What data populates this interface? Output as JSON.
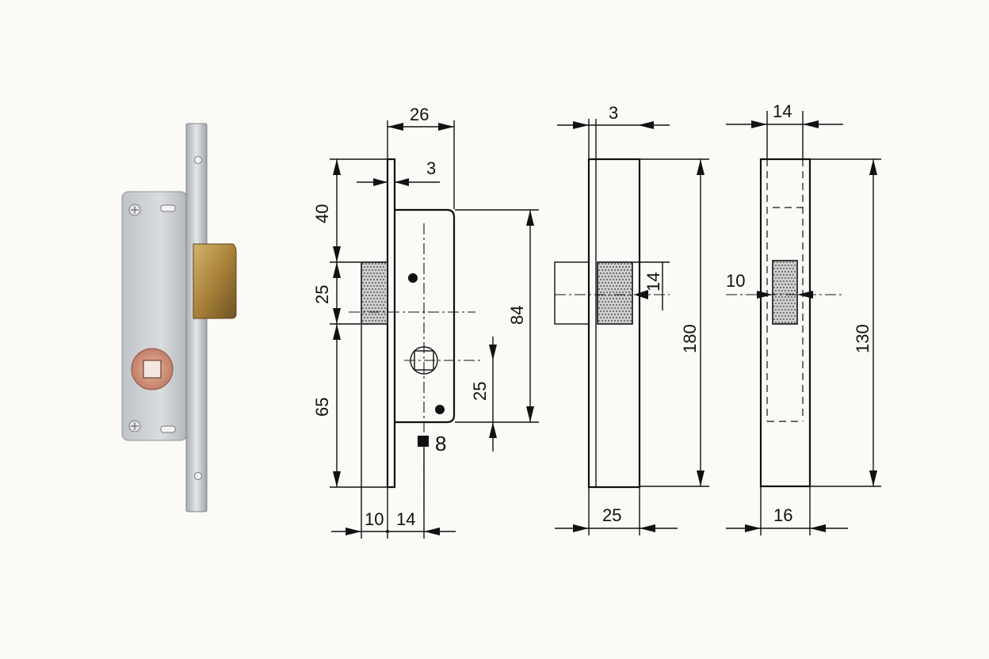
{
  "dimensions": {
    "front_width_top": "26",
    "faceplate_thickness": "3",
    "top_to_bolt": "40",
    "bolt_height": "25",
    "bolt_to_bottom": "65",
    "body_height": "84",
    "follower_offset": "25",
    "follower_square": "8",
    "bolt_projection": "10",
    "backset": "14",
    "side_plate_thickness": "3",
    "bolt_side_height": "14",
    "total_height": "180",
    "side_depth": "25",
    "strike_width_top": "14",
    "strike_opening": "10",
    "strike_height": "130",
    "strike_width_bottom": "16"
  },
  "colors": {
    "steel": "#c9ccd0",
    "brass": "#b08a3e",
    "copper": "#c98a72",
    "line": "#111111"
  }
}
